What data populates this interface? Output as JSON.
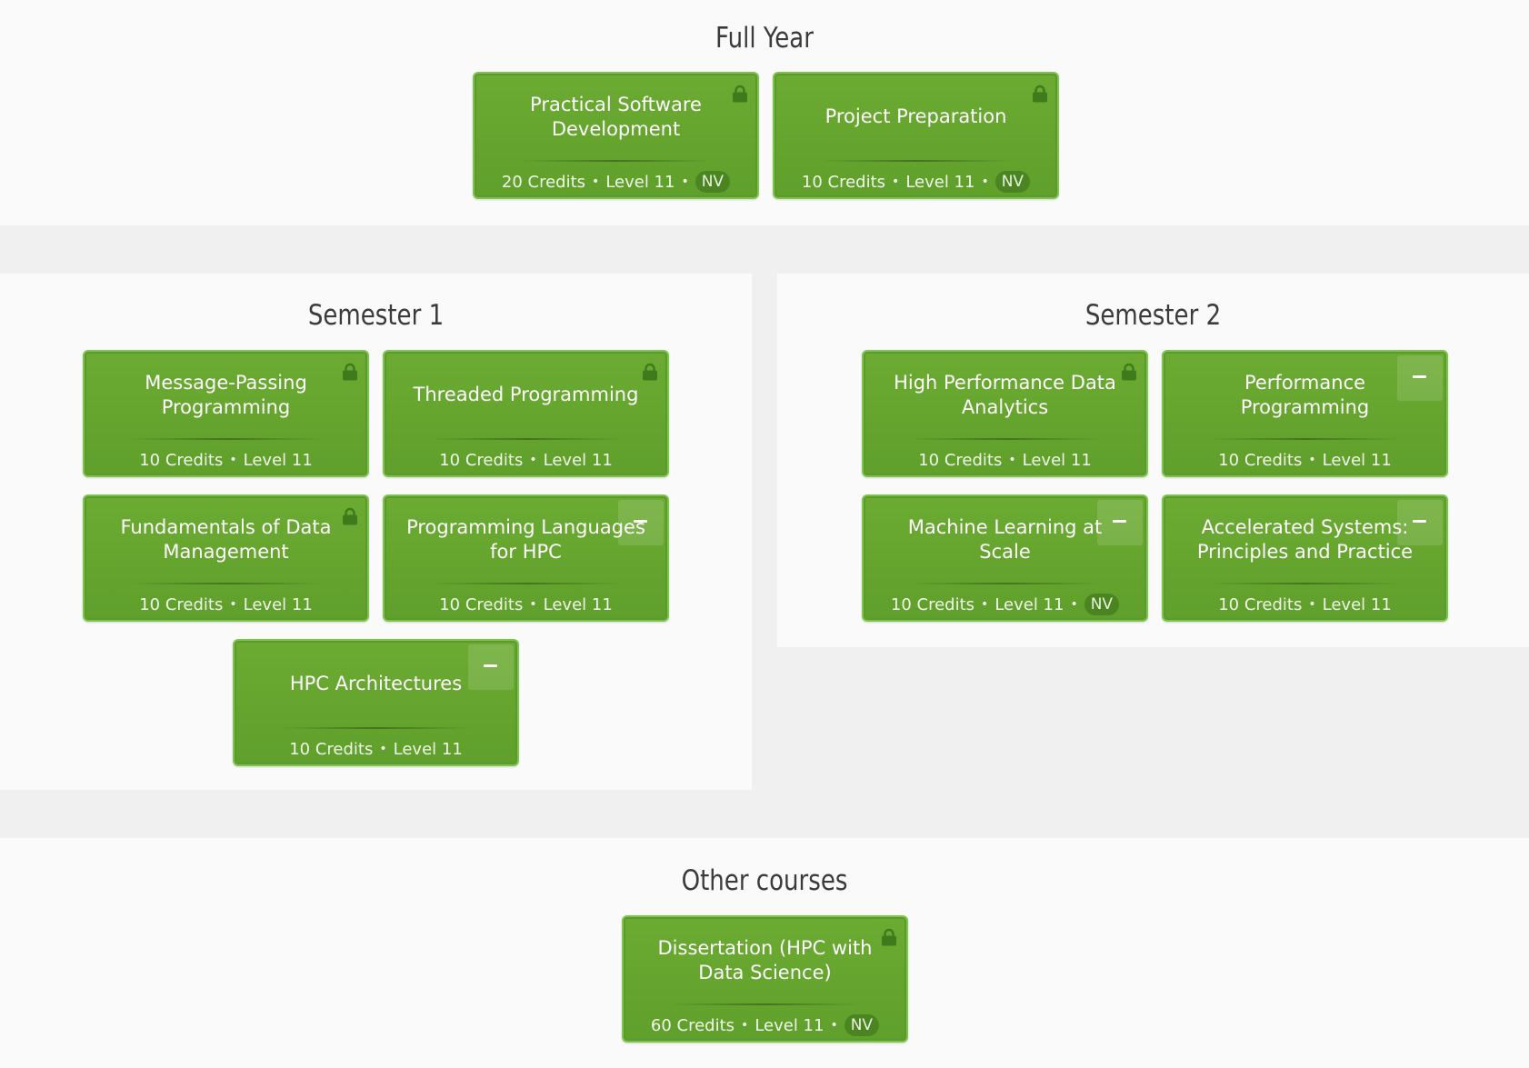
{
  "sections": {
    "full_year": {
      "title": "Full Year",
      "courses": [
        {
          "title": "Practical Software Development",
          "credits": "20 Credits",
          "level": "Level 11",
          "badge": "NV",
          "status_icon": "lock-icon"
        },
        {
          "title": "Project Preparation",
          "credits": "10 Credits",
          "level": "Level 11",
          "badge": "NV",
          "status_icon": "lock-icon"
        }
      ]
    },
    "semester_1": {
      "title": "Semester 1",
      "courses": [
        {
          "title": "Message-Passing Programming",
          "credits": "10 Credits",
          "level": "Level 11",
          "status_icon": "lock-icon"
        },
        {
          "title": "Threaded Programming",
          "credits": "10 Credits",
          "level": "Level 11",
          "status_icon": "lock-icon"
        },
        {
          "title": "Fundamentals of Data Management",
          "credits": "10 Credits",
          "level": "Level 11",
          "status_icon": "lock-icon"
        },
        {
          "title": "Programming Languages for HPC",
          "credits": "10 Credits",
          "level": "Level 11",
          "status_icon": "remove-icon"
        },
        {
          "title": "HPC Architectures",
          "credits": "10 Credits",
          "level": "Level 11",
          "status_icon": "remove-icon"
        }
      ]
    },
    "semester_2": {
      "title": "Semester 2",
      "courses": [
        {
          "title": "High Performance Data Analytics",
          "credits": "10 Credits",
          "level": "Level 11",
          "status_icon": "lock-icon"
        },
        {
          "title": "Performance Programming",
          "credits": "10 Credits",
          "level": "Level 11",
          "status_icon": "remove-icon"
        },
        {
          "title": "Machine Learning at Scale",
          "credits": "10 Credits",
          "level": "Level 11",
          "badge": "NV",
          "status_icon": "remove-icon"
        },
        {
          "title": "Accelerated Systems: Principles and Practice",
          "credits": "10 Credits",
          "level": "Level 11",
          "status_icon": "remove-icon"
        }
      ]
    },
    "other": {
      "title": "Other courses",
      "courses": [
        {
          "title": "Dissertation (HPC with Data Science)",
          "credits": "60 Credits",
          "level": "Level 11",
          "badge": "NV",
          "status_icon": "lock-icon"
        }
      ]
    }
  },
  "separator": "•",
  "colors": {
    "card_green": "#64a52e",
    "card_border": "#7dc44a",
    "badge_bg": "#4a8522",
    "page_bg": "#f0f0f0",
    "panel_bg": "#fafafa"
  }
}
